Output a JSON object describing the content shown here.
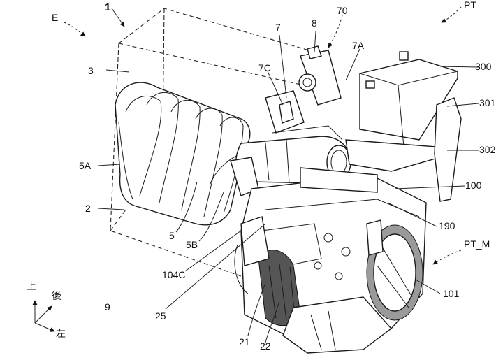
{
  "labels": {
    "l1": "1",
    "lE": "E",
    "l3": "3",
    "l5A": "5A",
    "l2": "2",
    "l5": "5",
    "l5B": "5B",
    "l104C": "104C",
    "l9": "9",
    "l25": "25",
    "l21": "21",
    "l22": "22",
    "l7": "7",
    "l8": "8",
    "l70": "70",
    "l7A": "7A",
    "l7C": "7C",
    "lPT": "PT",
    "l300": "300",
    "l301": "301",
    "l302": "302",
    "l100": "100",
    "l190": "190",
    "lPTM": "PT_M",
    "l101": "101"
  },
  "axes": {
    "up": "上",
    "rear": "後",
    "left": "左"
  }
}
